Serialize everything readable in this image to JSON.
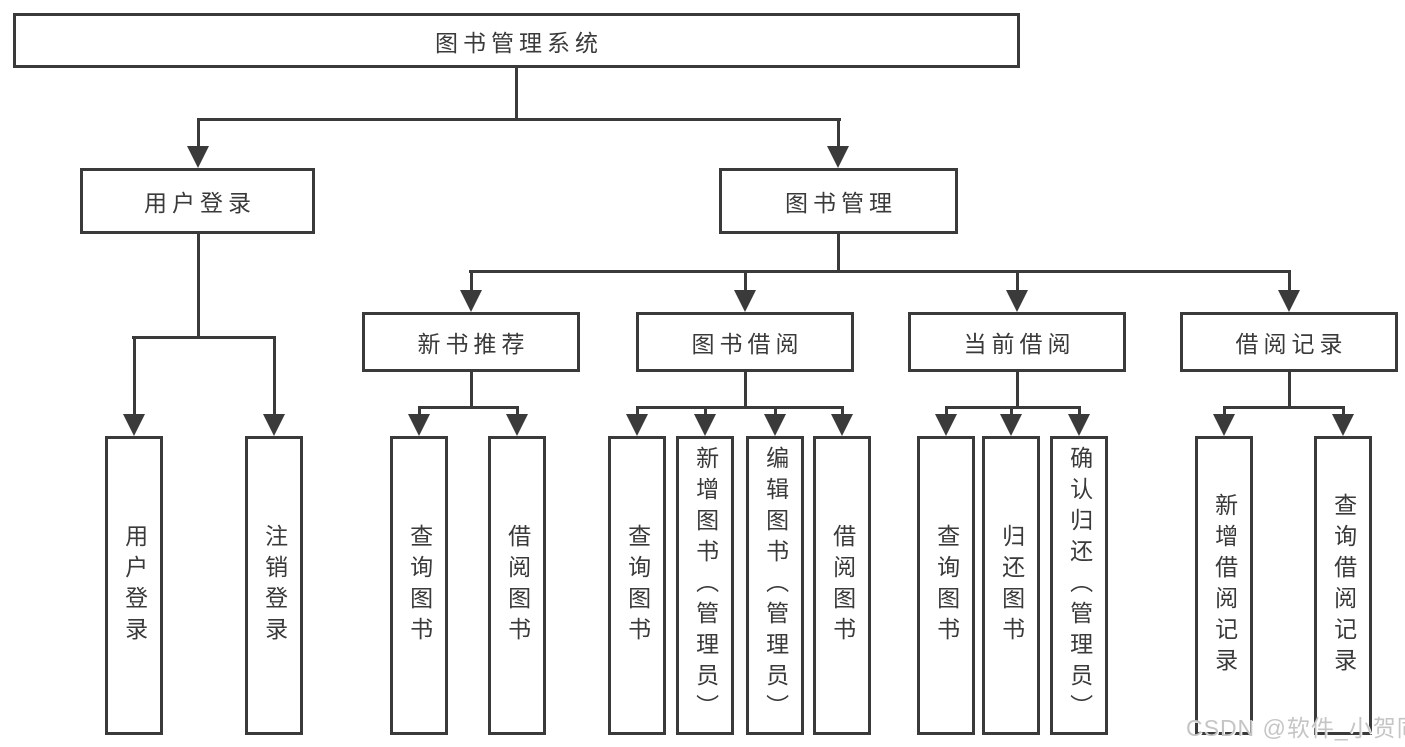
{
  "tree": {
    "root": {
      "label": "图书管理系统",
      "children": [
        {
          "label": "用户登录",
          "children": [
            {
              "label": "用户登录"
            },
            {
              "label": "注销登录"
            }
          ]
        },
        {
          "label": "图书管理",
          "children": [
            {
              "label": "新书推荐",
              "children": [
                {
                  "label": "查询图书"
                },
                {
                  "label": "借阅图书"
                }
              ]
            },
            {
              "label": "图书借阅",
              "children": [
                {
                  "label": "查询图书"
                },
                {
                  "label": "新增图书（管理员）"
                },
                {
                  "label": "编辑图书（管理员）"
                },
                {
                  "label": "借阅图书"
                }
              ]
            },
            {
              "label": "当前借阅",
              "children": [
                {
                  "label": "查询图书"
                },
                {
                  "label": "归还图书"
                },
                {
                  "label": "确认归还（管理员）"
                }
              ]
            },
            {
              "label": "借阅记录",
              "children": [
                {
                  "label": "新增借阅记录"
                },
                {
                  "label": "查询借阅记录"
                }
              ]
            }
          ]
        }
      ]
    }
  },
  "watermark": {
    "text": "CSDN @软件_小贺同学"
  },
  "colors": {
    "line": "#3a3a3a",
    "text": "#3a3a3a",
    "box_background": "#ffffff",
    "page_background": "#ffffff",
    "watermark": "#c5c5c5"
  }
}
